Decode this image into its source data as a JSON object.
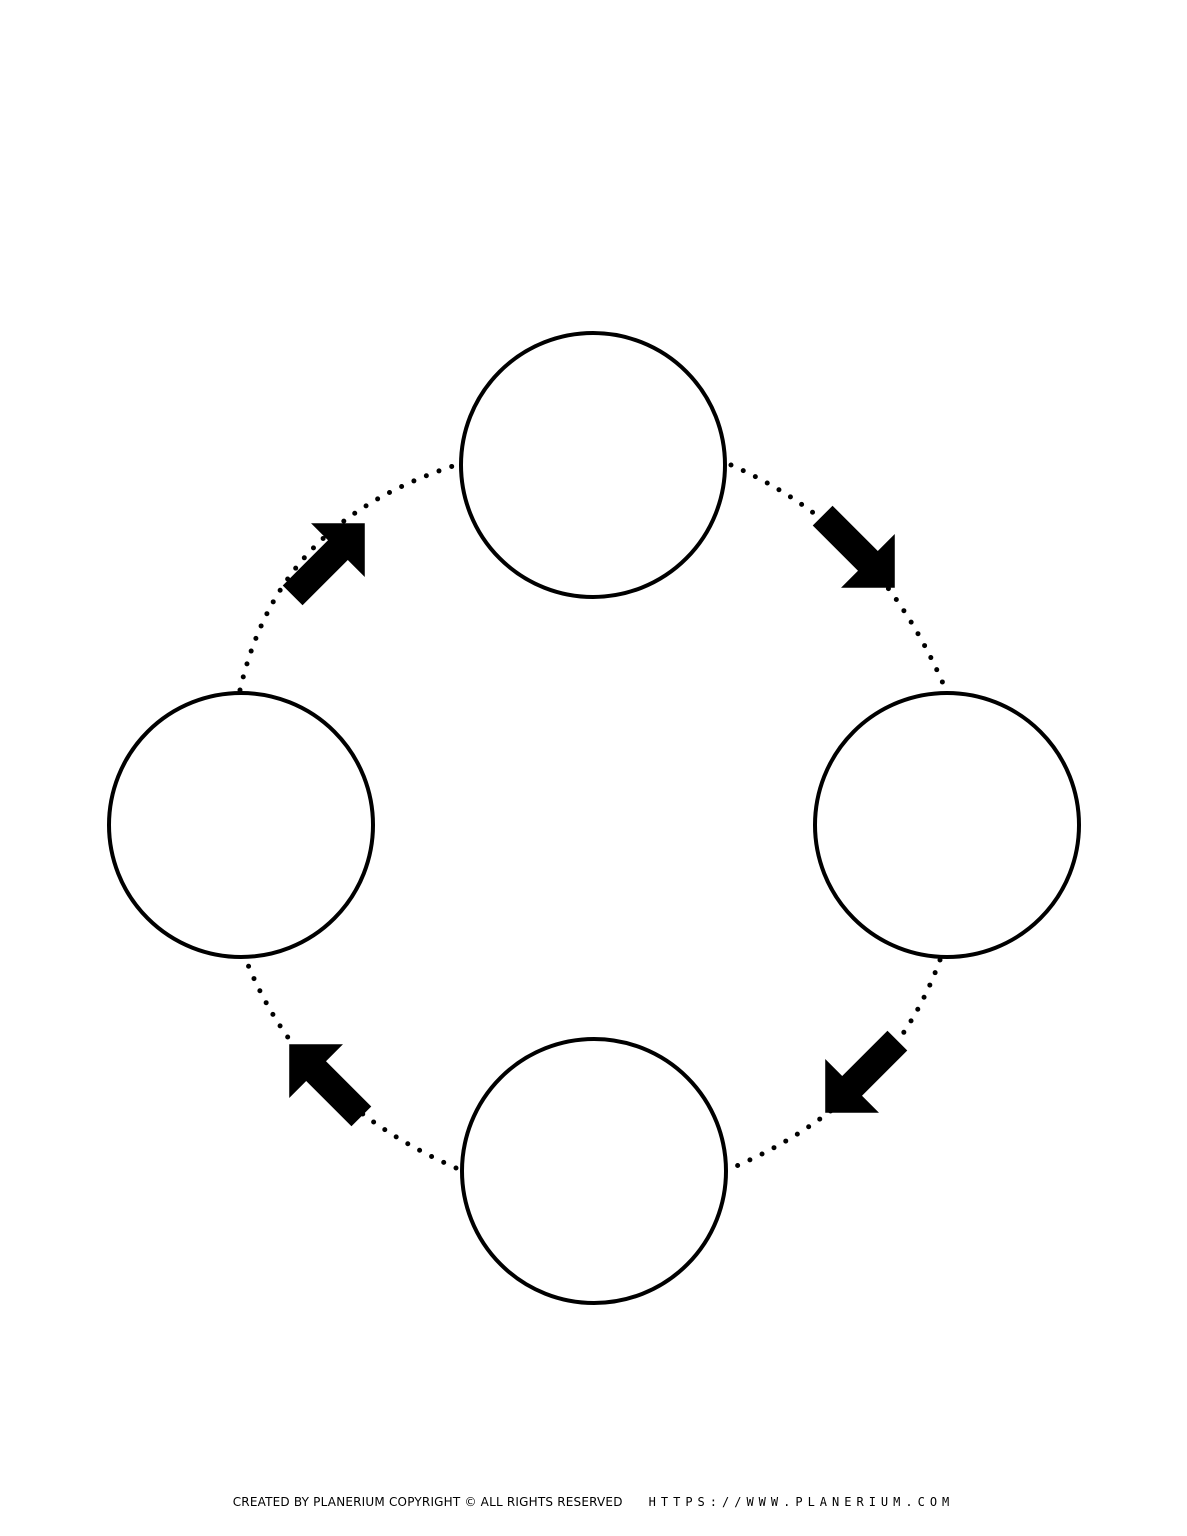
{
  "diagram": {
    "type": "cycle",
    "nodes": [
      {
        "id": "top",
        "label": ""
      },
      {
        "id": "right",
        "label": ""
      },
      {
        "id": "bottom",
        "label": ""
      },
      {
        "id": "left",
        "label": ""
      }
    ],
    "edges": [
      {
        "from": "top",
        "to": "right",
        "style": "dotted",
        "arrow": "solid"
      },
      {
        "from": "right",
        "to": "bottom",
        "style": "dotted",
        "arrow": "solid"
      },
      {
        "from": "bottom",
        "to": "left",
        "style": "dotted",
        "arrow": "solid"
      },
      {
        "from": "left",
        "to": "top",
        "style": "dotted",
        "arrow": "solid"
      }
    ],
    "direction": "clockwise"
  },
  "footer": {
    "credit": "CREATED BY PLANERIUM COPYRIGHT © ALL RIGHTS RESERVED",
    "url": "HTTPS://WWW.PLANERIUM.COM"
  },
  "colors": {
    "stroke": "#000000",
    "background": "#ffffff"
  }
}
